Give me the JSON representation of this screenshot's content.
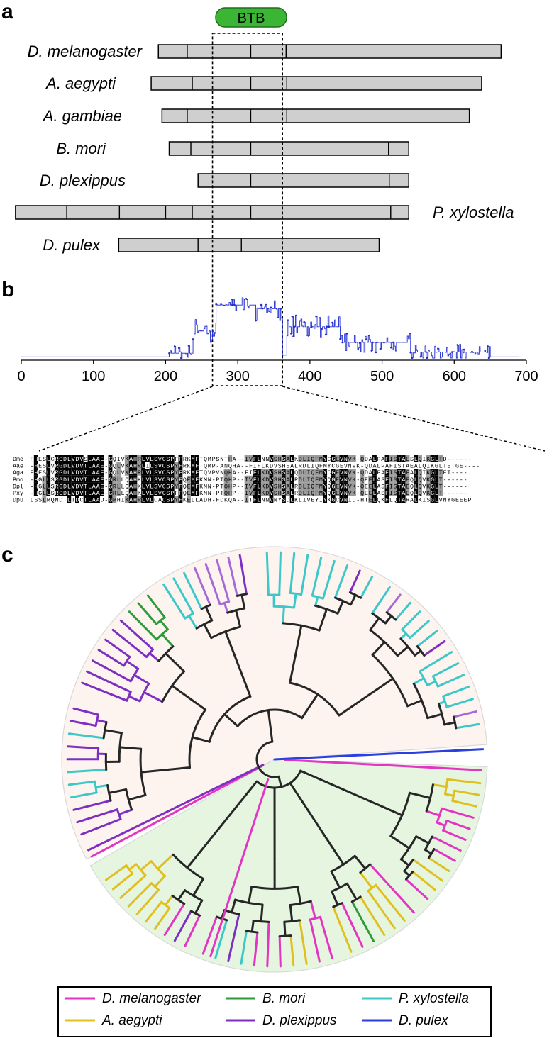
{
  "panels": {
    "a": "a",
    "b": "b",
    "c": "c"
  },
  "domain_label": "BTB",
  "panel_a": {
    "proteins": [
      {
        "species": "D. melanogaster",
        "start": 190,
        "end": 665,
        "dividers": [
          230,
          318,
          367
        ]
      },
      {
        "species": "A. aegypti",
        "start": 180,
        "end": 638,
        "dividers": [
          237,
          318,
          368
        ]
      },
      {
        "species": "A. gambiae",
        "start": 195,
        "end": 621,
        "dividers": [
          230,
          318,
          368
        ]
      },
      {
        "species": "B. mori",
        "start": 205,
        "end": 537,
        "dividers": [
          235,
          318,
          509
        ]
      },
      {
        "species": "D. plexippus",
        "start": 245,
        "end": 537,
        "dividers": [
          318,
          510
        ]
      },
      {
        "species": "P. xylostella",
        "start": -8,
        "end": 537,
        "dividers": [
          63,
          136,
          200,
          237,
          318,
          512
        ]
      },
      {
        "species": "D. pulex",
        "start": 135,
        "end": 496,
        "dividers": [
          245,
          305
        ]
      }
    ],
    "btb_region": [
      265,
      362
    ]
  },
  "chart_data": {
    "type": "line",
    "title": "",
    "xlabel": "",
    "ylabel": "",
    "xlim": [
      0,
      700
    ],
    "ylim": [
      0,
      1
    ],
    "x_ticks": [
      "0",
      "100",
      "200",
      "300",
      "400",
      "500",
      "600",
      "700"
    ],
    "series": [
      {
        "values_note": "",
        "segments": [
          {
            "x0": 0,
            "x1": 205,
            "level": 0.02,
            "noise": 0.0
          },
          {
            "x0": 205,
            "x1": 238,
            "level": 0.08,
            "noise": 0.15
          },
          {
            "x0": 238,
            "x1": 270,
            "level": 0.45,
            "noise": 0.2
          },
          {
            "x0": 270,
            "x1": 325,
            "level": 0.88,
            "noise": 0.15
          },
          {
            "x0": 325,
            "x1": 362,
            "level": 0.82,
            "noise": 0.2
          },
          {
            "x0": 362,
            "x1": 368,
            "level": 0.05,
            "noise": 0.0
          },
          {
            "x0": 368,
            "x1": 442,
            "level": 0.52,
            "noise": 0.2
          },
          {
            "x0": 442,
            "x1": 540,
            "level": 0.26,
            "noise": 0.18
          },
          {
            "x0": 540,
            "x1": 650,
            "level": 0.1,
            "noise": 0.14
          },
          {
            "x0": 650,
            "x1": 690,
            "level": 0.02,
            "noise": 0.0
          }
        ]
      }
    ]
  },
  "alignment": {
    "rows": [
      {
        "label": "Dme",
        "seq": "FHESLCRGDLVDVSLAAE-GQIVKAHRLVLSVCSPFFRKMFTQMPSNTHA--IVFLNNVSHSALKDLIQFMYCGEVNVK-QDALPAFISTAESLQIKGLTD------"
      },
      {
        "label": "Aae",
        "seq": "-HESLVRGDLVDVTLAAE-GQLVKAHRLILSVCSPYFRKMFTQMP-ANQHA--FIFLKDVSHSALRDLIQFMYCGEVNVK-QDALPAFISTAEALQIKGLTETGE----"
      },
      {
        "label": "Aga",
        "seq": "FHESLVRGDLVDVTLAAE-GQLVKAHRLVLSVCSPYFRKMFTQVPVNQHA--FIFLKDVSHSALQDLIQFMYCGEVNVK-QDALPAFISTAEALQIKGLTET----"
      },
      {
        "label": "Bmo",
        "seq": "-HGLLSRGDLVDVTLAAE-GRLLQAHKLVLSVCSPYFQEMFKMN-PTQHP--IVFLKDVSHSALRDLIQFMYQGEVNVK-QEELASFISTAEQLQVKGLT------"
      },
      {
        "label": "Dpl",
        "seq": "-HGLLSRGDLVDVTLAAE-GRLLQAHKLVLSVCSPYFQEMFKMN-PTQHP--IVFLKDVSHSALRDLIQFMYQGEVNVK-QEELASFISTAEQLQVKGLT------"
      },
      {
        "label": "Pxy",
        "seq": "-HGLLSRGDLVDVTLAAE-GRLLQAHKLVLSVCSPFFQEMFKMN-PTQHP--IVFLKDVSHSALRDLIQFMYQGEVNVK-QEELASFISTAEQLQVKGLT------"
      },
      {
        "label": "Dpu",
        "seq": "LSSLRQNDTLTDCTLAAD-GRHIKAHRLVLCACSPYFKELLADH-FDKQA--ITFLNNVNYSDLKLIVEYIYKGCVNID-HTELQKFLQTARALKISGLVNYGEEEP"
      }
    ]
  },
  "tree": {
    "legend": [
      {
        "label": "D. melanogaster",
        "color": "#e335c3"
      },
      {
        "label": "A. aegypti",
        "color": "#e0c020"
      },
      {
        "label": "B. mori",
        "color": "#2e9a3a"
      },
      {
        "label": "D. plexippus",
        "color": "#7d2fc2"
      },
      {
        "label": "P. xylostella",
        "color": "#3cc8c8"
      },
      {
        "label": "D. pulex",
        "color": "#2b3ee0"
      }
    ],
    "colors": {
      "insect_clade_fill": "#fdf4ef",
      "mixed_clade_fill": "#e6f5e0",
      "backbone": "#262626",
      "plexippus_light": "#a66ad8"
    }
  }
}
